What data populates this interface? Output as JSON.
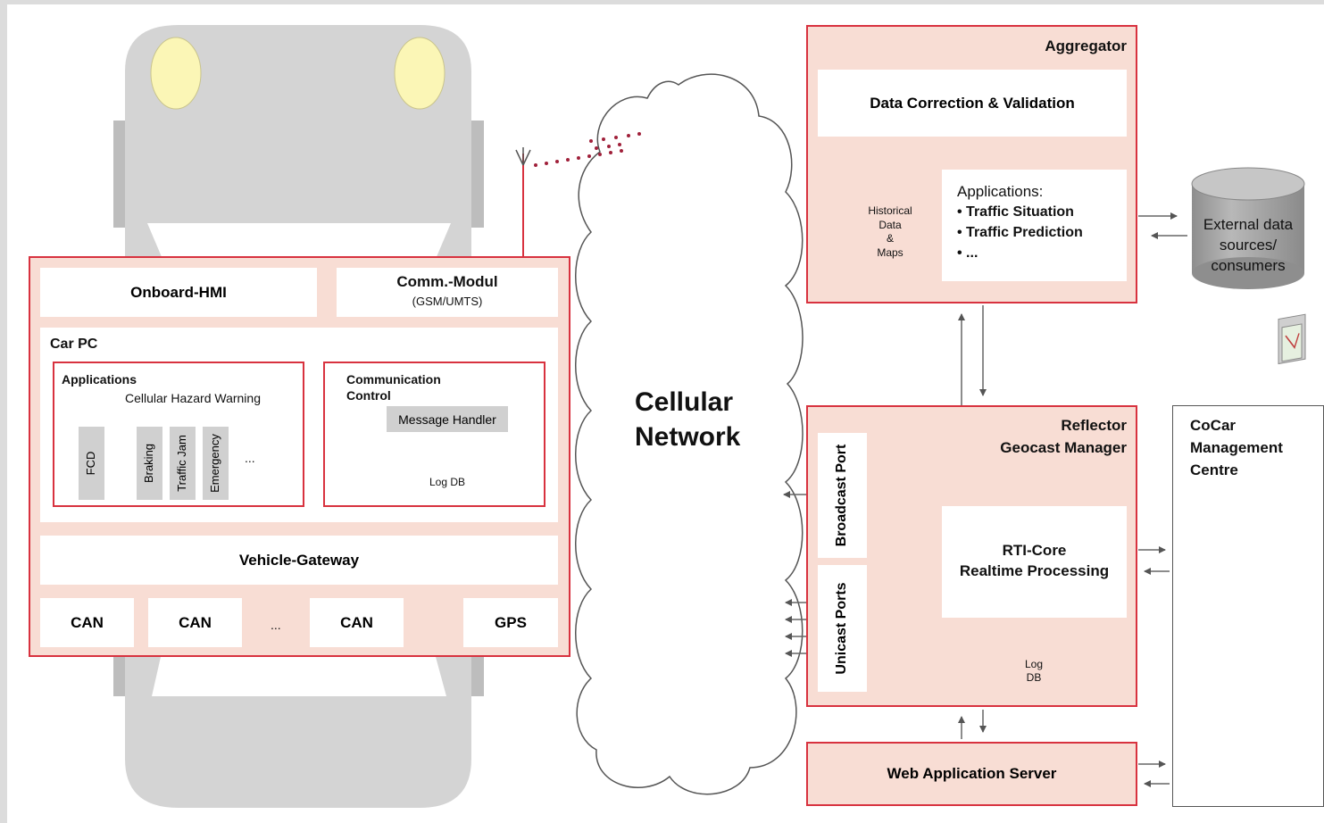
{
  "car": {
    "onboard_hmi": "Onboard-HMI",
    "comm_modul": "Comm.-Modul",
    "comm_modul_sub": "(GSM/UMTS)",
    "car_pc": "Car PC",
    "applications": "Applications",
    "cellular_hazard_warning": "Cellular Hazard Warning",
    "fcd": "FCD",
    "braking": "Braking",
    "traffic_jam": "Traffic Jam",
    "emergency": "Emergency",
    "apps_more": "...",
    "communication_control_line1": "Communication",
    "communication_control_line2": "Control",
    "message_handler": "Message Handler",
    "log_db": "Log DB",
    "vehicle_gateway": "Vehicle-Gateway",
    "can1": "CAN",
    "can2": "CAN",
    "bus_more": "...",
    "can3": "CAN",
    "gps": "GPS"
  },
  "network": {
    "line1": "Cellular",
    "line2": "Network"
  },
  "aggregator": {
    "title": "Aggregator",
    "data_correction": "Data Correction & Validation",
    "historical_line1": "Historical",
    "historical_line2": "Data",
    "historical_line3": "&",
    "historical_line4": "Maps",
    "apps_title": "Applications:",
    "apps_item1": "• Traffic Situation",
    "apps_item2": "• Traffic Prediction",
    "apps_item3": "• ..."
  },
  "external": {
    "line1": "External data",
    "line2": "sources/",
    "line3": "consumers"
  },
  "reflector": {
    "title_line1": "Reflector",
    "title_line2": "Geocast Manager",
    "broadcast_port": "Broadcast Port",
    "unicast_ports": "Unicast Ports",
    "rti_line1": "RTI-Core",
    "rti_line2": "Realtime Processing",
    "log_line1": "Log",
    "log_line2": "DB"
  },
  "web_server": "Web Application Server",
  "cocar": {
    "line1": "CoCar",
    "line2": "Management",
    "line3": "Centre"
  },
  "colors": {
    "accent_red": "#d8323f",
    "pink_fill": "#f8ddd4",
    "car_gray": "#d4d4d4",
    "headlight": "#fbf6b6"
  }
}
